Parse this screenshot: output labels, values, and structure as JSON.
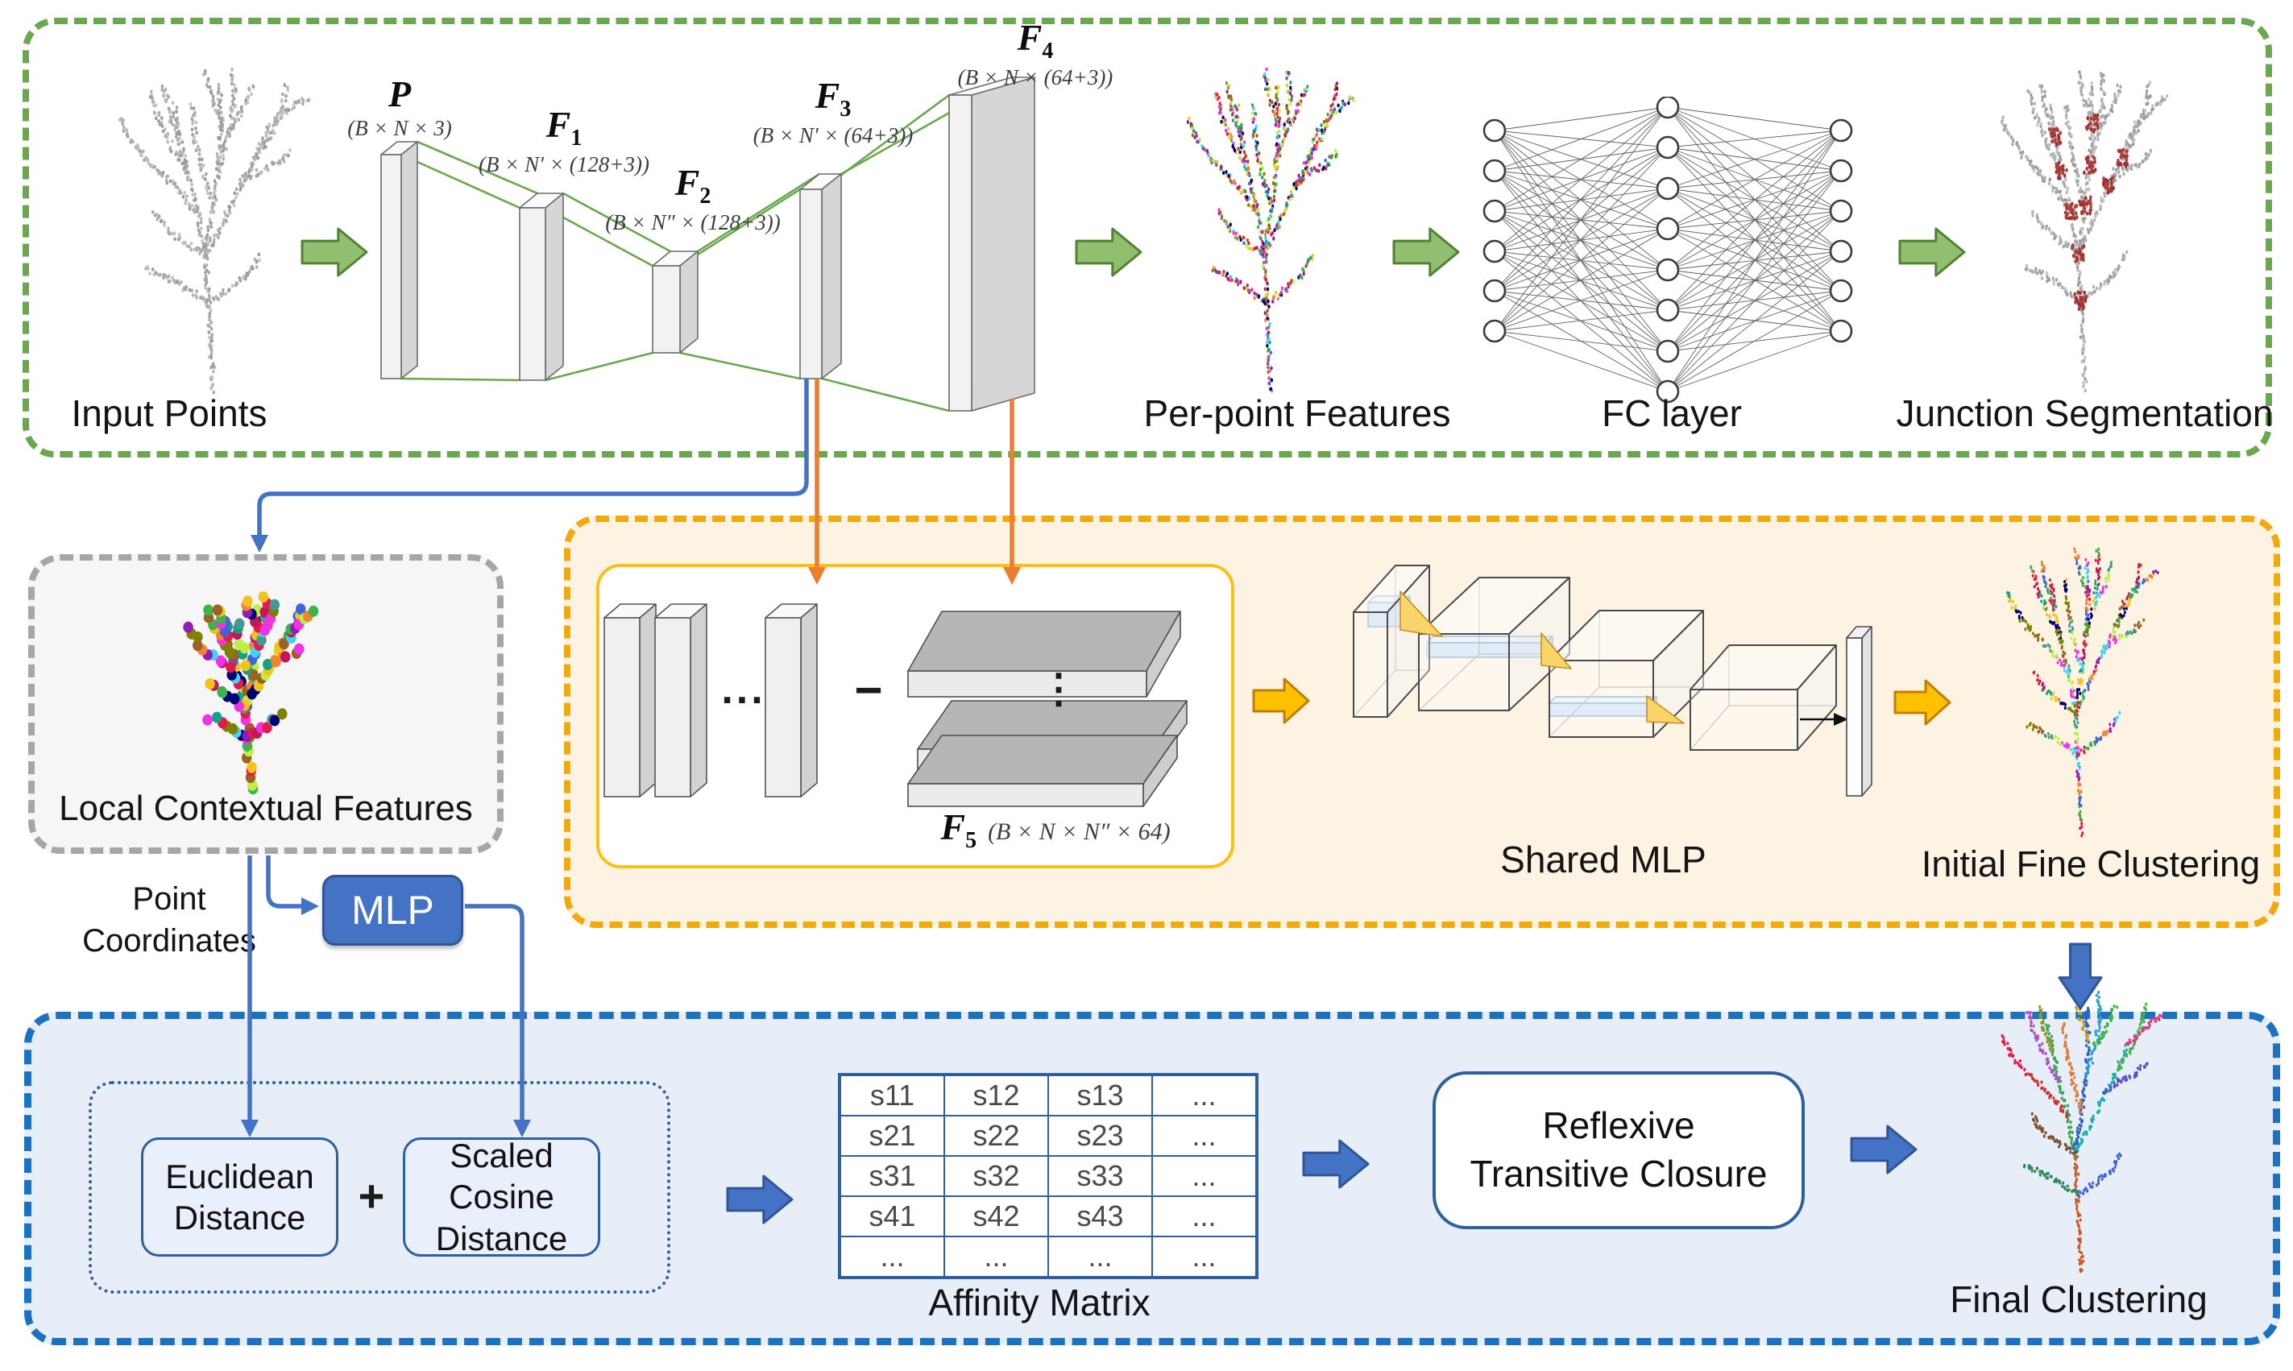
{
  "figure": {
    "type": "point-cloud tree segmentation pipeline"
  },
  "colors": {
    "stage1_border": "#69a84e",
    "stage2_border": "#f2a90a",
    "stage3_border": "#1a72c0",
    "gray_border": "#a6a6a6",
    "arrow_green": "#8fbf6f",
    "arrow_yellow": "#ffc000",
    "arrow_blue": "#4472c4",
    "line_orange": "#ed7d31",
    "line_blue": "#4472c4",
    "stage2_fill": "#fdf3e3",
    "stage3_fill": "#e8eef8",
    "gray_fill": "#f6f6f6"
  },
  "stage1": {
    "caption_input": "Input Points",
    "caption_features": "Per-point Features",
    "caption_fc": "FC layer",
    "caption_junction": "Junction Segmentation",
    "tensors": [
      {
        "sym": "P",
        "sub": "",
        "dims": "(B × N × 3)"
      },
      {
        "sym": "F",
        "sub": "1",
        "dims": "(B × N′ × (128+3))"
      },
      {
        "sym": "F",
        "sub": "2",
        "dims": "(B × N″ × (128+3))"
      },
      {
        "sym": "F",
        "sub": "3",
        "dims": "(B × N′ × (64+3))"
      },
      {
        "sym": "F",
        "sub": "4",
        "dims": "(B × N × (64+3))"
      }
    ]
  },
  "local_features": {
    "caption": "Local Contextual Features"
  },
  "labels": {
    "point_coordinates": [
      "Point",
      "Coordinates"
    ],
    "mlp": "MLP",
    "plus": "+",
    "minus": "−",
    "hdots": "...",
    "vdots": "⋮"
  },
  "stage2": {
    "f5": {
      "sym": "F",
      "sub": "5",
      "dims": "(B × N × N″ × 64)"
    },
    "caption_shared_mlp": "Shared MLP",
    "caption_clustering": "Initial Fine Clustering"
  },
  "stage3": {
    "distance1": [
      "Euclidean",
      "Distance"
    ],
    "distance2": [
      "Scaled",
      "Cosine",
      "Distance"
    ],
    "matrix_rows": [
      [
        "s11",
        "s12",
        "s13",
        "..."
      ],
      [
        "s21",
        "s22",
        "s23",
        "..."
      ],
      [
        "s31",
        "s32",
        "s33",
        "..."
      ],
      [
        "s41",
        "s42",
        "s43",
        "..."
      ],
      [
        "...",
        "...",
        "...",
        "..."
      ]
    ],
    "caption_matrix": "Affinity Matrix",
    "closure": [
      "Reflexive",
      "Transitive Closure"
    ],
    "caption_final": "Final Clustering"
  }
}
